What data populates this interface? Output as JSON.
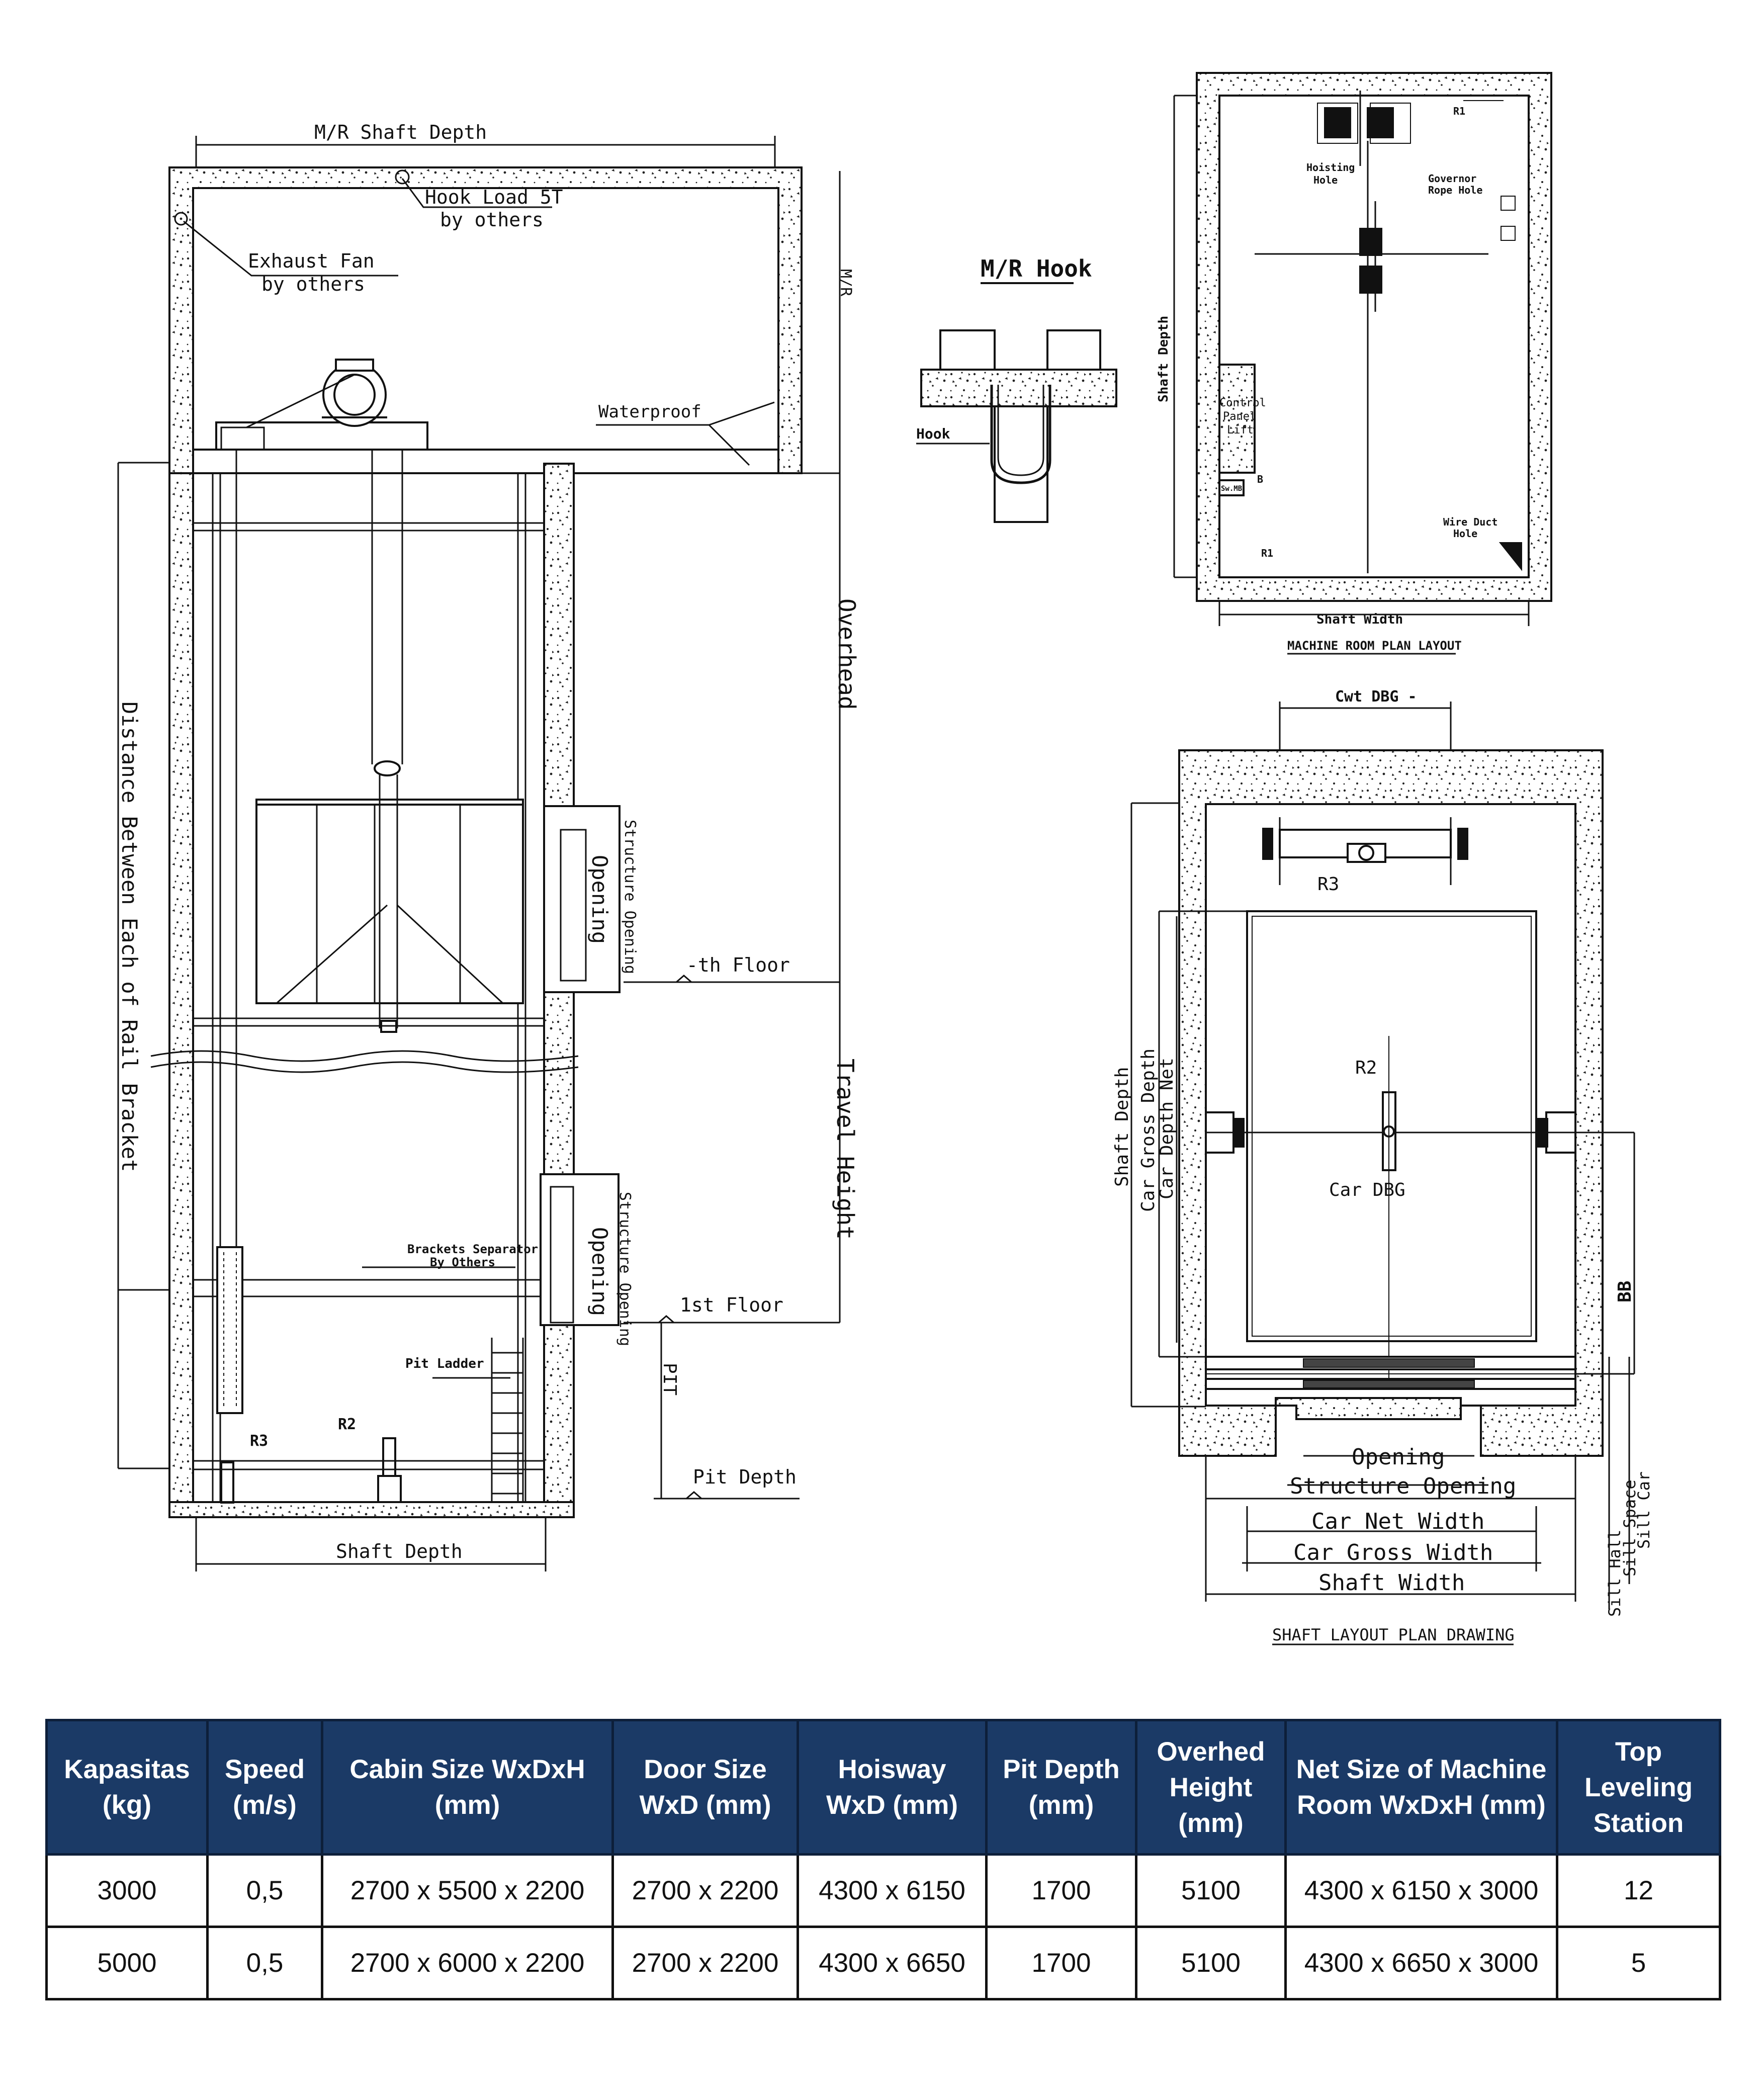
{
  "colors": {
    "header_bg": "#1b3a66",
    "header_text": "#ffffff",
    "line": "#111111"
  },
  "section": {
    "mr_shaft_depth": "M/R Shaft Depth",
    "hook_load_1": "Hook Load 5T",
    "hook_load_2": "by others",
    "exhaust_fan_1": "Exhaust Fan",
    "exhaust_fan_2": "by others",
    "mr": "M/R",
    "waterproof": "Waterproof",
    "overhead": "Overhead",
    "distance_rail": "Distance Between Each of Rail Bracket",
    "structure_opening": "Structure Opening",
    "opening": "Opening",
    "nth_floor": "-th Floor",
    "travel_height": "Travel Height",
    "brackets_separator_1": "Brackets Separator",
    "brackets_separator_2": "By Others",
    "first_floor": "1st Floor",
    "pit": "PIT",
    "pit_ladder": "Pit Ladder",
    "r3": "R3",
    "r2": "R2",
    "pit_depth": "Pit Depth",
    "shaft_depth": "Shaft Depth"
  },
  "hook_detail": {
    "title": "M/R Hook",
    "hook": "Hook"
  },
  "machine_room": {
    "r1_top": "R1",
    "hoisting_hole_1": "Hoisting",
    "hoisting_hole_2": "Hole",
    "governor_1": "Governor",
    "governor_2": "Rope Hole",
    "shaft_depth": "Shaft Depth",
    "control_panel_1": "Control",
    "control_panel_2": "Panel",
    "control_panel_3": "Lift",
    "switch_label": "Sw.MB",
    "b": "B",
    "wire_duct_1": "Wire Duct",
    "wire_duct_2": "Hole",
    "r1_bottom": "R1",
    "shaft_width": "Shaft Width",
    "title": "MACHINE ROOM PLAN LAYOUT"
  },
  "shaft_plan": {
    "cwt_dbg": "Cwt DBG -",
    "r3": "R3",
    "r2": "R2",
    "car_dbg": "Car DBG",
    "shaft_depth": "Shaft Depth",
    "car_gross_depth": "Car Gross Depth",
    "car_depth_net": "Car Depth Net",
    "bb": "BB",
    "opening": "Opening",
    "structure_opening": "Structure Opening",
    "car_net_width": "Car Net Width",
    "car_gross_width": "Car Gross Width",
    "shaft_width": "Shaft Width",
    "sill_hall": "Sill Hall",
    "sill_space": "Sill Space",
    "sill_car": "Sill Car",
    "title": "SHAFT LAYOUT PLAN DRAWING"
  },
  "table": {
    "headers": [
      [
        "Kapasitas",
        "(kg)"
      ],
      [
        "Speed",
        "(m/s)"
      ],
      [
        "Cabin Size WxDxH",
        "(mm)"
      ],
      [
        "Door Size",
        "WxD (mm)"
      ],
      [
        "Hoisway",
        "WxD (mm)"
      ],
      [
        "Pit Depth",
        "(mm)"
      ],
      [
        "Overhed",
        "Height",
        "(mm)"
      ],
      [
        "Net Size of Machine",
        "Room WxDxH (mm)"
      ],
      [
        "Top",
        "Leveling",
        "Station"
      ]
    ],
    "rows": [
      [
        "3000",
        "0,5",
        "2700 x 5500 x 2200",
        "2700 x 2200",
        "4300 x 6150",
        "1700",
        "5100",
        "4300 x 6150 x 3000",
        "12"
      ],
      [
        "5000",
        "0,5",
        "2700 x 6000 x 2200",
        "2700 x 2200",
        "4300 x 6650",
        "1700",
        "5100",
        "4300 x 6650 x 3000",
        "5"
      ]
    ]
  }
}
